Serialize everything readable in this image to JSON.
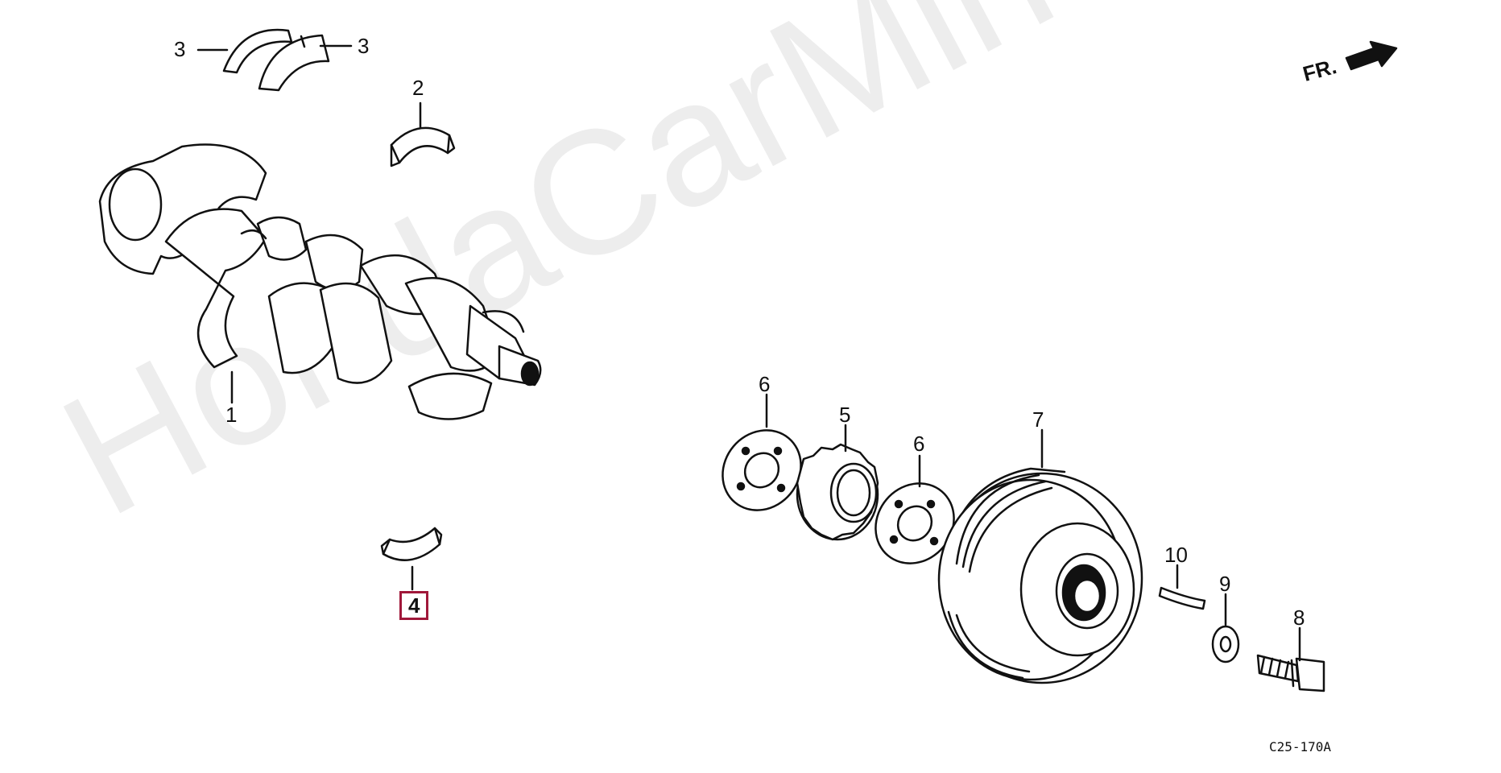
{
  "watermark": "HondaCarMine.ru",
  "direction_label": "FR.",
  "diagram_code": "C25-170A",
  "highlight_color": "#a0183a",
  "callouts": {
    "c1": "1",
    "c2": "2",
    "c3a": "3",
    "c3b": "3",
    "c4": "4",
    "c5": "5",
    "c6a": "6",
    "c6b": "6",
    "c7": "7",
    "c8": "8",
    "c9": "9",
    "c10": "10"
  }
}
